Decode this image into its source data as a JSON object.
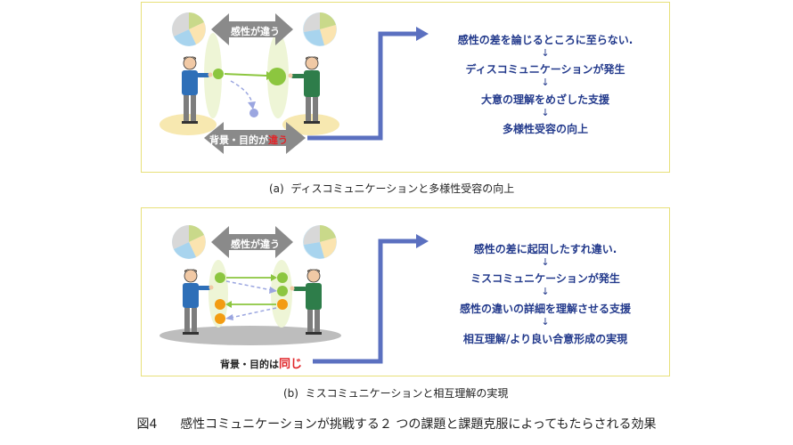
{
  "panel_a": {
    "top_arrow_label": "感性が違う",
    "bottom_arrow_label_prefix": "背景・目的が",
    "bottom_arrow_label_highlight": "違う",
    "steps": [
      "感性の差を論じるところに至らない.",
      "ディスコミュニケーションが発生",
      "大意の理解をめざした支援",
      "多様性受容の向上"
    ],
    "caption_tag": "(a)",
    "caption_text": "ディスコミュニケーションと多様性受容の向上"
  },
  "panel_b": {
    "top_arrow_label": "感性が違う",
    "bottom_label_prefix": "背景・目的は",
    "bottom_label_highlight": "同じ",
    "steps": [
      "感性の差に起因したすれ違い.",
      "ミスコミュニケーションが発生",
      "感性の違いの詳細を理解させる支援",
      "相互理解/より良い合意形成の実現"
    ],
    "caption_tag": "(b)",
    "caption_text": "ミスコミュニケーションと相互理解の実現"
  },
  "figure": {
    "number": "図4",
    "title": "感性コミュニケーションが挑戦する２ つの課題と課題克服によってもたらされる効果"
  },
  "step_separator": "↓",
  "colors": {
    "panel_border": "#e8e07a",
    "text_blue": "#233a8c",
    "arrow_blue": "#5b70c0",
    "highlight_red": "#e0262a",
    "green_dot": "#8cc63f",
    "orange_dot": "#f39c12",
    "lavender_dot": "#9ba6e0",
    "gray_arrow": "#8a8a8a"
  }
}
